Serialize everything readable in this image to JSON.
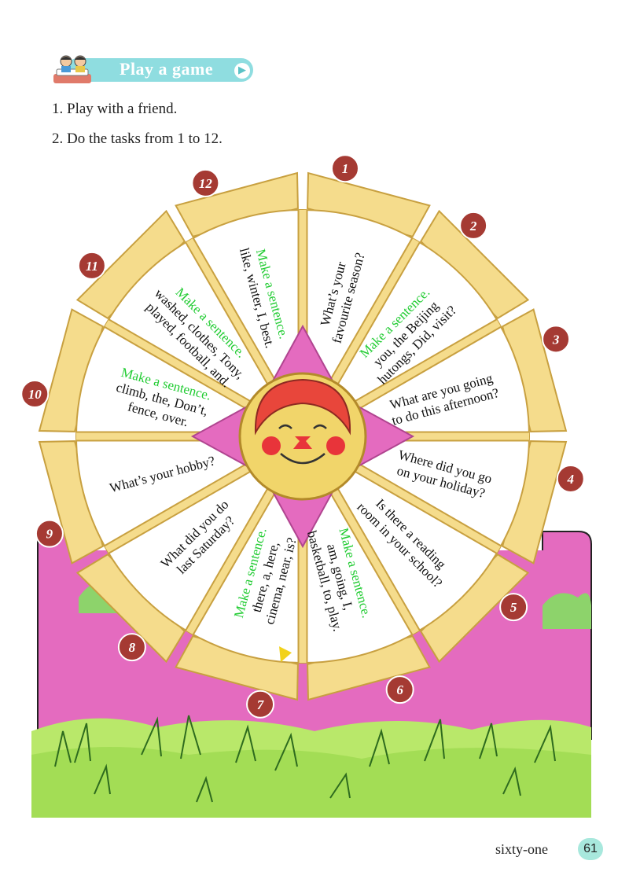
{
  "header": {
    "title": "Play a game",
    "arrow_icon": "play-arrow-icon",
    "kids_icon": "children-reading-icon"
  },
  "instructions": [
    "1. Play with a friend.",
    "2. Do the tasks from 1 to 12."
  ],
  "wheel": {
    "colors": {
      "rim": "#f5dc8c",
      "rim_edge": "#c8a040",
      "hub": "#f1d56a",
      "face": "#e8463b",
      "pink": "#e46bbf",
      "green_label": "#22cc33",
      "number_bg": "#a53a33"
    },
    "segments": [
      {
        "number": "1",
        "label": "",
        "lines": [
          "What’s your",
          "favourite season?"
        ]
      },
      {
        "number": "2",
        "label": "Make a sentence.",
        "lines": [
          "you, the Beijing",
          "hutongs, Did, visit?"
        ]
      },
      {
        "number": "3",
        "label": "",
        "lines": [
          "What are you going",
          "to do this afternoon?"
        ]
      },
      {
        "number": "4",
        "label": "",
        "lines": [
          "Where did you go",
          "on your holiday?"
        ]
      },
      {
        "number": "5",
        "label": "",
        "lines": [
          "Is there a reading",
          "room in your school?"
        ]
      },
      {
        "number": "6",
        "label": "Make a sentence.",
        "lines": [
          "am, going, I,",
          "basketball, to, play."
        ]
      },
      {
        "number": "7",
        "label": "Make a sentence.",
        "lines": [
          "there, a, here,",
          "cinema, near, is?"
        ]
      },
      {
        "number": "8",
        "label": "",
        "lines": [
          "What did you do",
          "last Saturday?"
        ]
      },
      {
        "number": "9",
        "label": "",
        "lines": [
          "What’s your hobby?"
        ]
      },
      {
        "number": "10",
        "label": "Make a sentence.",
        "lines": [
          "climb, the, Don’t,",
          "fence, over."
        ]
      },
      {
        "number": "11",
        "label": "Make a sentence.",
        "lines": [
          "washed, clothes, Tony,",
          "played, football, and."
        ]
      },
      {
        "number": "12",
        "label": "Make a sentence.",
        "lines": [
          "like, winter, I, best."
        ]
      }
    ]
  },
  "footer": {
    "page_words": "sixty-one",
    "page_number": "61"
  }
}
